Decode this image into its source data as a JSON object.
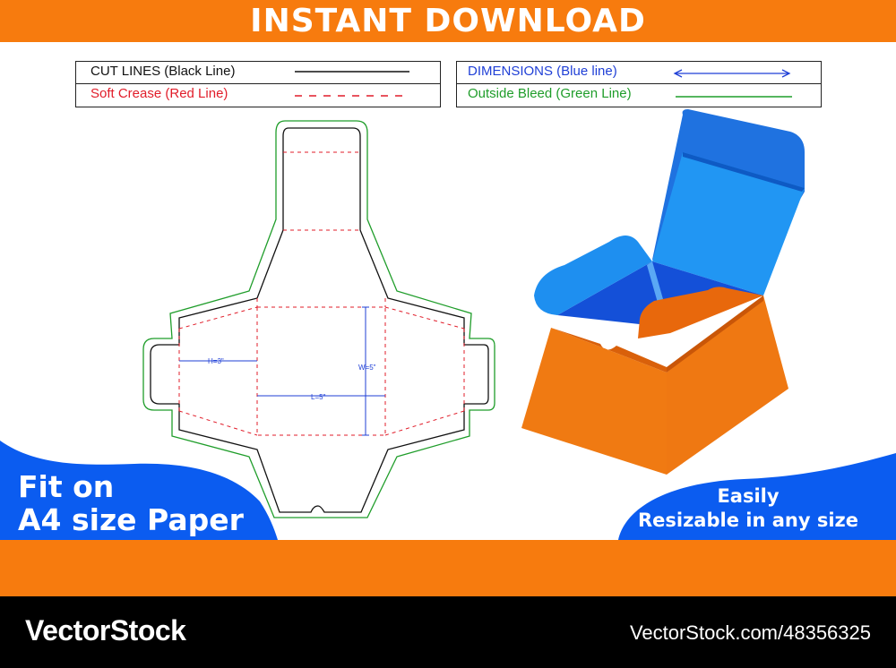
{
  "banner": {
    "text": "INSTANT DOWNLOAD"
  },
  "legend": {
    "cut_lines": "CUT LINES (Black Line)",
    "soft_crease": "Soft Crease (Red Line)",
    "dimensions": "DIMENSIONS (Blue line)",
    "outside_bleed": "Outside Bleed (Green Line)"
  },
  "dieline": {
    "height_label": "H=3\"",
    "width_label": "W=5\"",
    "length_label": "L=5\""
  },
  "fit_text": {
    "line1": "Fit on",
    "line2": "A4 size Paper"
  },
  "resizable_text": {
    "line1": "Easily",
    "line2": "Resizable in any size"
  },
  "footer": {
    "brand": "VectorStock",
    "url": "VectorStock.com/48356325"
  },
  "colors": {
    "orange": "#f77b0e",
    "blue": "#0b5cf0",
    "cut": "#111111",
    "crease": "#e11d2a",
    "dimension": "#1f3fd6",
    "bleed": "#1f9d2a",
    "box_orange": "#f07a12",
    "box_blue": "#1e8ff0"
  },
  "icons": [
    "double-arrow-icon",
    "box-3d-illustration"
  ]
}
